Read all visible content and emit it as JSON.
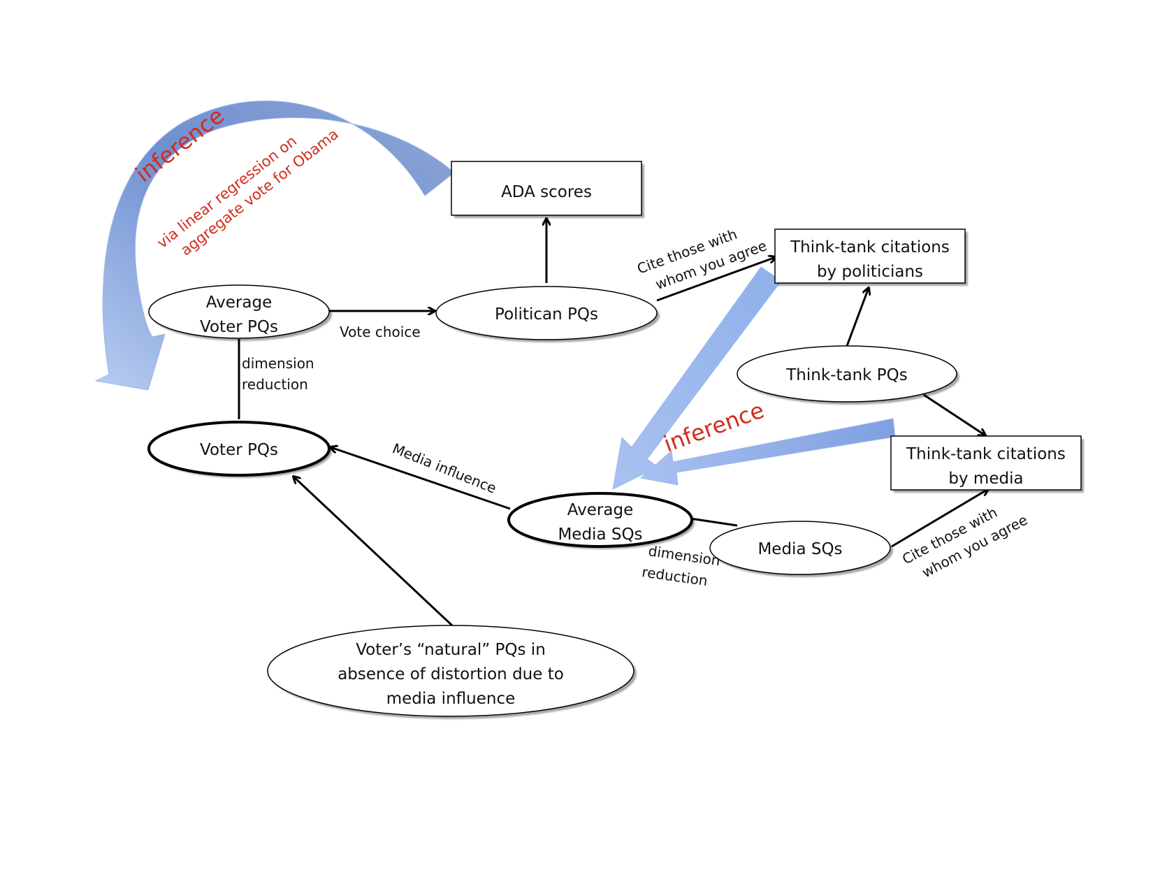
{
  "nodes": {
    "ada_scores": "ADA scores",
    "thinktank_cit_pol": [
      "Think-tank citations",
      "by politicians"
    ],
    "avg_voter_pqs": [
      "Average",
      "Voter PQs"
    ],
    "politician_pqs": "Politican PQs",
    "thinktank_pqs": "Think-tank PQs",
    "voter_pqs": "Voter PQs",
    "thinktank_cit_media": [
      "Think-tank citations",
      "by media"
    ],
    "avg_media_sqs": [
      "Average",
      "Media SQs"
    ],
    "media_sqs": "Media SQs",
    "natural_pqs": [
      "Voter’s “natural” PQs in",
      "absence of distortion due to",
      "media influence"
    ]
  },
  "edges": {
    "vote_choice": "Vote choice",
    "dim_reduction_voter": [
      "dimension",
      "reduction"
    ],
    "cite_politicians": [
      "Cite those with",
      "whom you agree"
    ],
    "media_influence": "Media influence",
    "dim_reduction_media": [
      "dimension",
      "reduction"
    ],
    "cite_media": [
      "Cite those with",
      "whom you agree"
    ]
  },
  "inference": {
    "top_label": "inference",
    "top_sub": [
      "via linear regression on",
      "aggregate vote for Obama"
    ],
    "right_label": "inference"
  },
  "colors": {
    "inference_text": "#d22b1b",
    "arrow_fill_light": "#b7cbf0",
    "arrow_fill_dark": "#6f8fd0"
  }
}
